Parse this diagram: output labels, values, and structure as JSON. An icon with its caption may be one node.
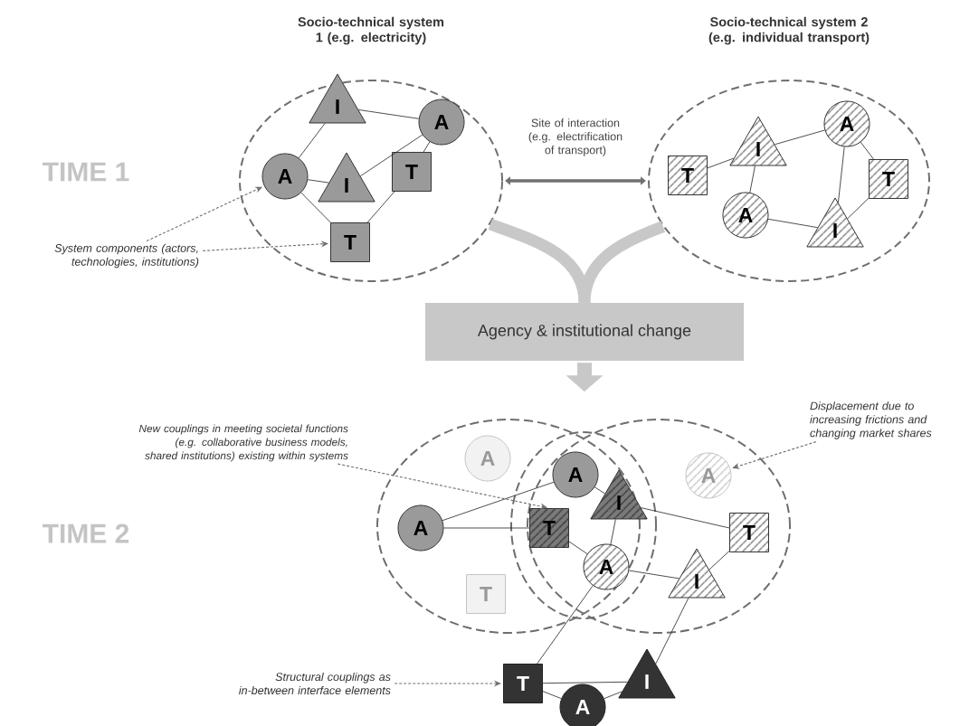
{
  "diagram": {
    "nodes": [
      {
        "text": [
          "Socio-technical system 1 (e.g. electricity)"
        ]
      },
      {
        "text": [
          "Socio-technical system 2 (e.g. individual transport)"
        ]
      },
      {
        "text": [
          "I"
        ],
        "in": 0
      },
      {
        "text": [
          "A"
        ],
        "in": 0
      },
      {
        "text": [
          "A"
        ],
        "in": 0
      },
      {
        "text": [
          "I"
        ],
        "in": 0
      },
      {
        "text": [
          "T"
        ],
        "in": 0
      },
      {
        "text": [
          "T"
        ],
        "in": 0
      },
      {
        "text": [
          "T"
        ],
        "in": 1
      },
      {
        "text": [
          "I"
        ],
        "in": 1
      },
      {
        "text": [
          "A"
        ],
        "in": 1
      },
      {
        "text": [
          "T"
        ],
        "in": 1
      },
      {
        "text": [
          "A"
        ],
        "in": 1
      },
      {
        "text": [
          "I"
        ],
        "in": 1
      },
      {
        "text": [
          "System components (actors, technologies, institutions)"
        ]
      },
      {
        "text": [
          "Agency & institutional change"
        ]
      },
      {
        "text": [],
        "shape": "ellipse"
      },
      {
        "text": [],
        "shape": "ellipse"
      },
      {
        "text": [],
        "shape": "ellipse"
      },
      {
        "text": [
          "A"
        ],
        "in": 16
      },
      {
        "text": [
          "A"
        ],
        "in": 16
      },
      {
        "text": [
          "T"
        ],
        "in": 16
      },
      {
        "text": [
          "A"
        ],
        "in": 18
      },
      {
        "text": [
          "T"
        ],
        "in": 18
      },
      {
        "text": [
          "I"
        ],
        "in": 18
      },
      {
        "text": [
          "A"
        ],
        "in": 18
      },
      {
        "text": [
          "A"
        ],
        "in": 17
      },
      {
        "text": [
          "T"
        ],
        "in": 17
      },
      {
        "text": [
          "I"
        ],
        "in": 17
      },
      {
        "text": [
          "T"
        ]
      },
      {
        "text": [
          "A"
        ]
      },
      {
        "text": [
          "I"
        ]
      },
      {
        "text": [
          "New couplings in meeting societal functions (e.g. collaborative business models, shared institutions) existing within systems"
        ]
      },
      {
        "text": [
          "Displacement due to increasing frictions and changing market shares"
        ]
      },
      {
        "text": [
          "Structural couplings as in-between interface elements"
        ]
      }
    ],
    "edges": [
      {
        "from": 4,
        "to": 2,
        "arrow": "none"
      },
      {
        "from": 2,
        "to": 3,
        "arrow": "none"
      },
      {
        "from": 4,
        "to": 5,
        "arrow": "none"
      },
      {
        "from": 5,
        "to": 3,
        "arrow": "none"
      },
      {
        "from": 3,
        "to": 6,
        "arrow": "none"
      },
      {
        "from": 4,
        "to": 7,
        "arrow": "none"
      },
      {
        "from": 7,
        "to": 6,
        "arrow": "none"
      },
      {
        "from": 8,
        "to": 9,
        "arrow": "none"
      },
      {
        "from": 9,
        "to": 10,
        "arrow": "none"
      },
      {
        "from": 9,
        "to": 12,
        "arrow": "none"
      },
      {
        "from": 10,
        "to": 13,
        "arrow": "none"
      },
      {
        "from": 10,
        "to": 11,
        "arrow": "none"
      },
      {
        "from": 11,
        "to": 13,
        "arrow": "none"
      },
      {
        "from": 12,
        "to": 13,
        "arrow": "none"
      },
      {
        "from": 0,
        "to": 1,
        "arrow": "both",
        "label": "Site of interaction (e.g. electrification of transport)",
        "style": "thick",
        "color": "#707070"
      },
      {
        "from": 14,
        "to": 4,
        "arrow": "to",
        "style": "dashed",
        "color": "#707070"
      },
      {
        "from": 14,
        "to": 7,
        "arrow": "to",
        "style": "dashed",
        "color": "#707070"
      },
      {
        "from": 0,
        "to": 15,
        "arrow": "none",
        "style": "thick",
        "color": "#c8c8c8"
      },
      {
        "from": 1,
        "to": 15,
        "arrow": "none",
        "style": "thick",
        "color": "#c8c8c8"
      },
      {
        "from": 15,
        "to": null,
        "arrow": "to",
        "style": "thick",
        "color": "#c8c8c8"
      },
      {
        "from": 20,
        "to": 22,
        "arrow": "none"
      },
      {
        "from": 20,
        "to": 23,
        "arrow": "none"
      },
      {
        "from": 23,
        "to": 25,
        "arrow": "none"
      },
      {
        "from": 22,
        "to": 24,
        "arrow": "none"
      },
      {
        "from": 24,
        "to": 27,
        "arrow": "none"
      },
      {
        "from": 24,
        "to": 25,
        "arrow": "none"
      },
      {
        "from": 25,
        "to": 28,
        "arrow": "none"
      },
      {
        "from": 28,
        "to": 27,
        "arrow": "none"
      },
      {
        "from": 25,
        "to": 29,
        "arrow": "none"
      },
      {
        "from": 28,
        "to": 31,
        "arrow": "none"
      },
      {
        "from": 29,
        "to": 31,
        "arrow": "none"
      },
      {
        "from": 29,
        "to": 30,
        "arrow": "none"
      },
      {
        "from": 30,
        "to": 31,
        "arrow": "none"
      },
      {
        "from": 32,
        "to": 23,
        "arrow": "to",
        "style": "dashed",
        "color": "#707070"
      },
      {
        "from": 33,
        "to": 26,
        "arrow": "to",
        "style": "dashed",
        "color": "#707070"
      },
      {
        "from": 34,
        "to": 29,
        "arrow": "to",
        "style": "dashed",
        "color": "#707070"
      }
    ],
    "labels": [
      "TIME 1",
      "TIME 2"
    ]
  }
}
